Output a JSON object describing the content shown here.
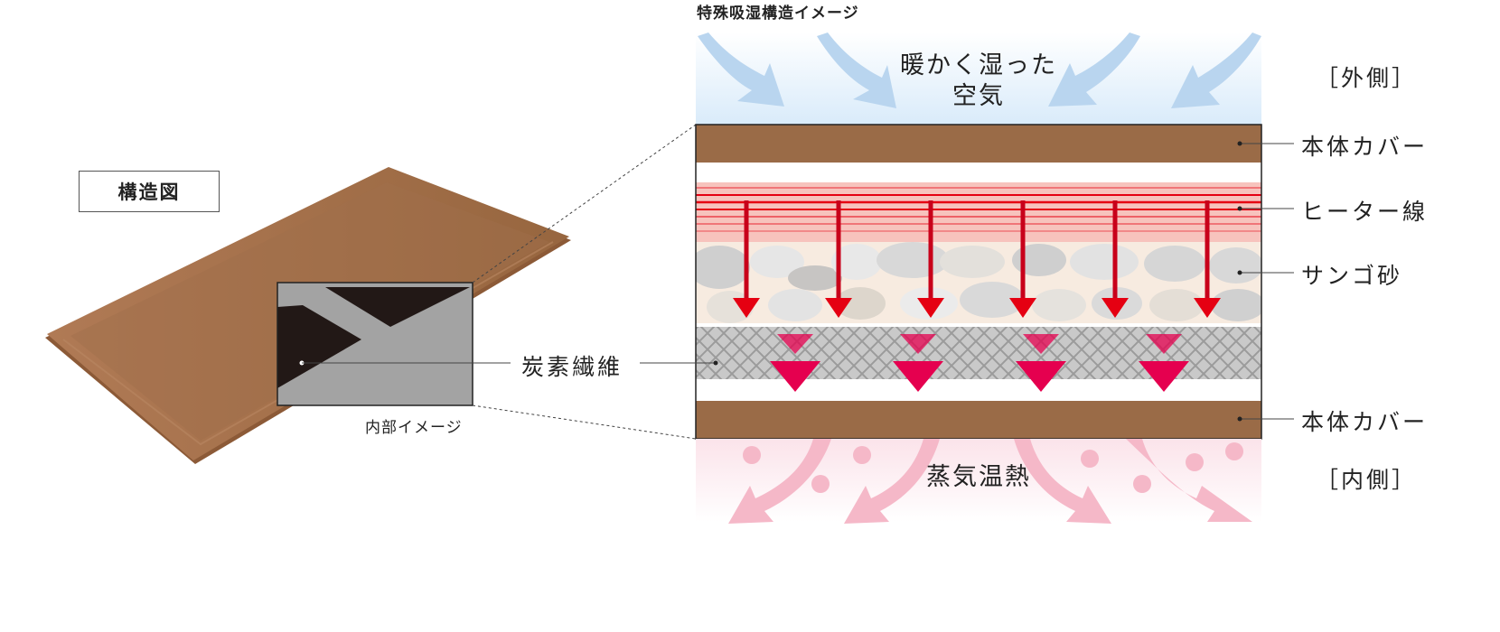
{
  "structure_label": "構造図",
  "inner_image_label": "内部イメージ",
  "carbon_fiber_label": "炭素繊維",
  "section_heading": "特殊吸湿構造イメージ",
  "top_air_text": "暖かく湿った\n空気",
  "bottom_text": "蒸気温熱",
  "outside_label": "［外側］",
  "inside_label": "［内側］",
  "layers": {
    "cover_top": "本体カバー",
    "heater": "ヒーター線",
    "coral_sand": "サンゴ砂",
    "cover_bottom": "本体カバー"
  },
  "colors": {
    "brown": "#9a6b47",
    "mat": "#a97654",
    "heater_red": "#e50012",
    "triangle_pink": "#e5004f",
    "arrow_blue": "#b9d5ef",
    "arrow_pink": "#f5b8c8"
  }
}
